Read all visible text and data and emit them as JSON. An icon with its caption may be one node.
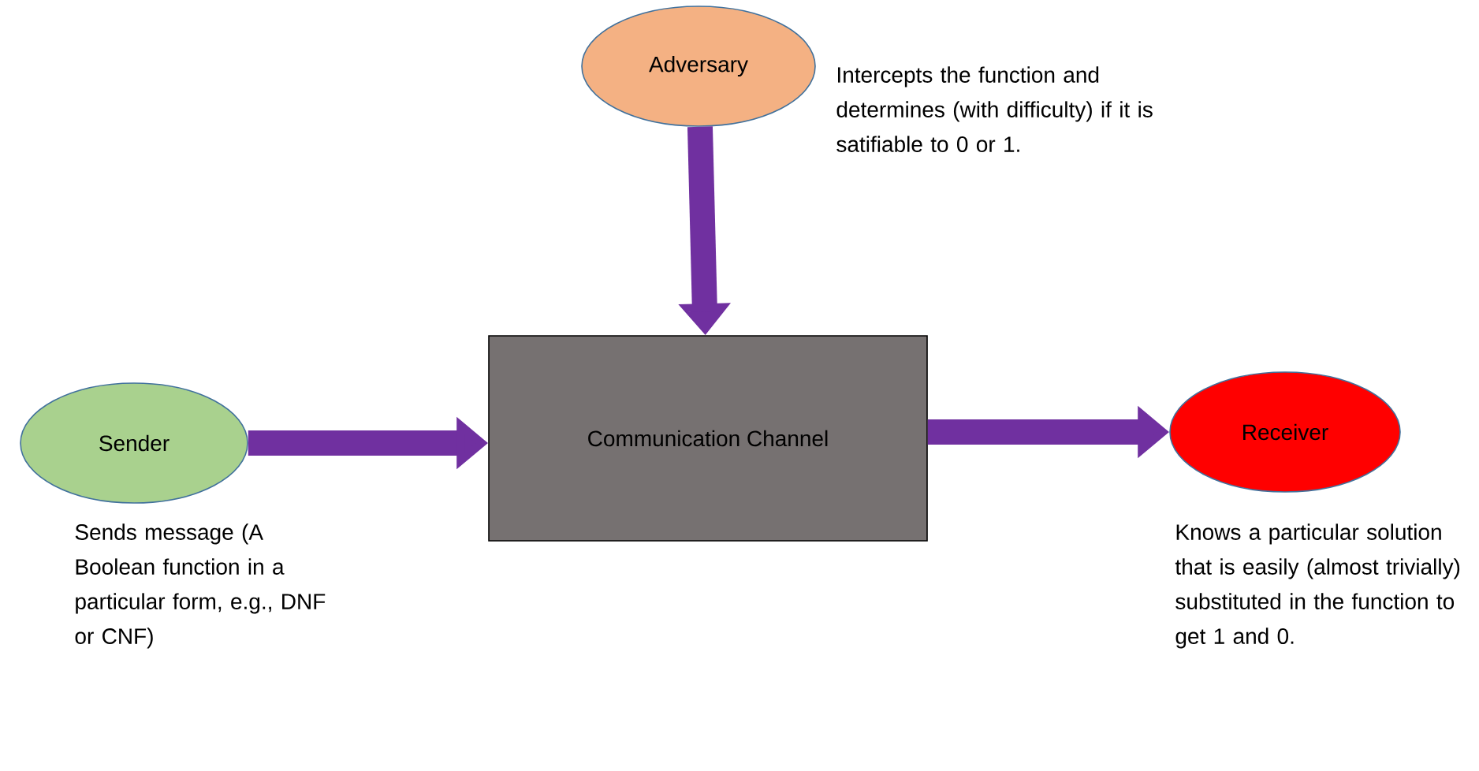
{
  "diagram": {
    "nodes": [
      {
        "text": [
          "Adversary"
        ],
        "beside": [
          "Intercepts the function and determines (with difficulty) if it is satifiable to 0 or 1."
        ]
      },
      {
        "text": [
          "Communication Channel"
        ]
      },
      {
        "text": [
          "Sender"
        ],
        "beside": [
          "Sends message (A Boolean function in a particular form, e.g., DNF or CNF)"
        ]
      },
      {
        "text": [
          "Receiver"
        ],
        "beside": [
          "Knows a particular solution that is easily (almost trivially) substituted in the function to get 1 and 0."
        ]
      }
    ],
    "edges": [
      {
        "from": 0,
        "to": 1,
        "arrow": "to"
      },
      {
        "from": 2,
        "to": 1,
        "arrow": "to"
      },
      {
        "from": 1,
        "to": 3,
        "arrow": "to"
      }
    ]
  }
}
